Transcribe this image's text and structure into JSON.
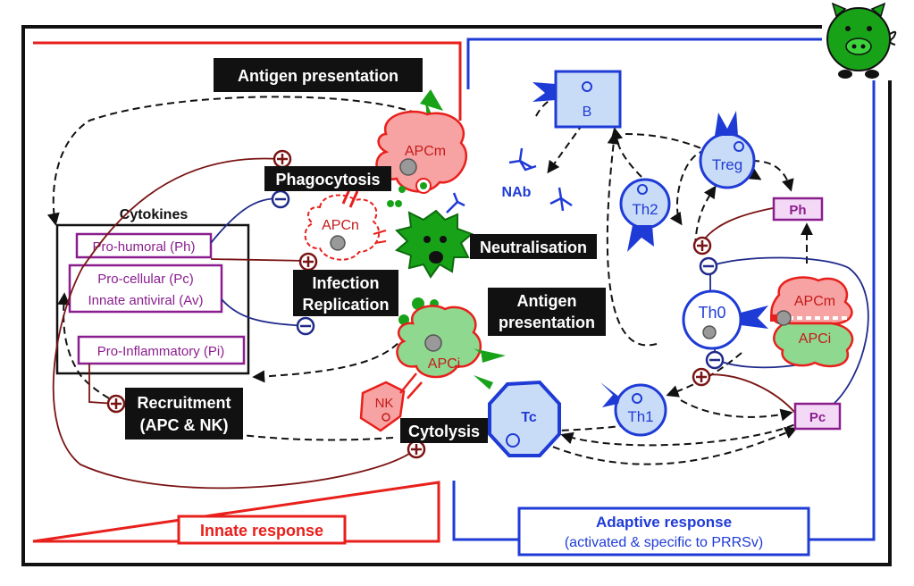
{
  "labels": {
    "antigen_presentation_top": "Antigen  presentation",
    "phagocytosis": "Phagocytosis",
    "cytokines": "Cytokines",
    "pro_humoral": "Pro-humoral (Ph)",
    "pro_cellular": "Pro-cellular (Pc)",
    "innate_antiviral": "Innate antiviral (Av)",
    "pro_inflammatory": "Pro-Inflammatory (Pi)",
    "infection": "Infection",
    "replication": "Replication",
    "neutralisation": "Neutralisation",
    "antigen": "Antigen",
    "presentation": "presentation",
    "recruitment_1": "Recruitment",
    "recruitment_2": "(APC & NK)",
    "cytolysis": "Cytolysis",
    "innate_response": "Innate response",
    "adaptive_response": "Adaptive response",
    "adaptive_sub": "(activated & specific to PRRSv)"
  },
  "cells": {
    "apcm_left": "APCm",
    "apcn": "APCn",
    "apci_left": "APCi",
    "nk": "NK",
    "tc": "Tc",
    "b": "B",
    "nab": "NAb",
    "th2": "Th2",
    "treg": "Treg",
    "th0": "Th0",
    "th1": "Th1",
    "apcm_right": "APCm",
    "apci_right": "APCi",
    "ph": "Ph",
    "pc": "Pc"
  },
  "colors": {
    "innate": "#e8201c",
    "adaptive": "#1f3bd6",
    "cytokine": "#8a1e8e",
    "positive": "#7a1414",
    "virus": "#18a218"
  }
}
